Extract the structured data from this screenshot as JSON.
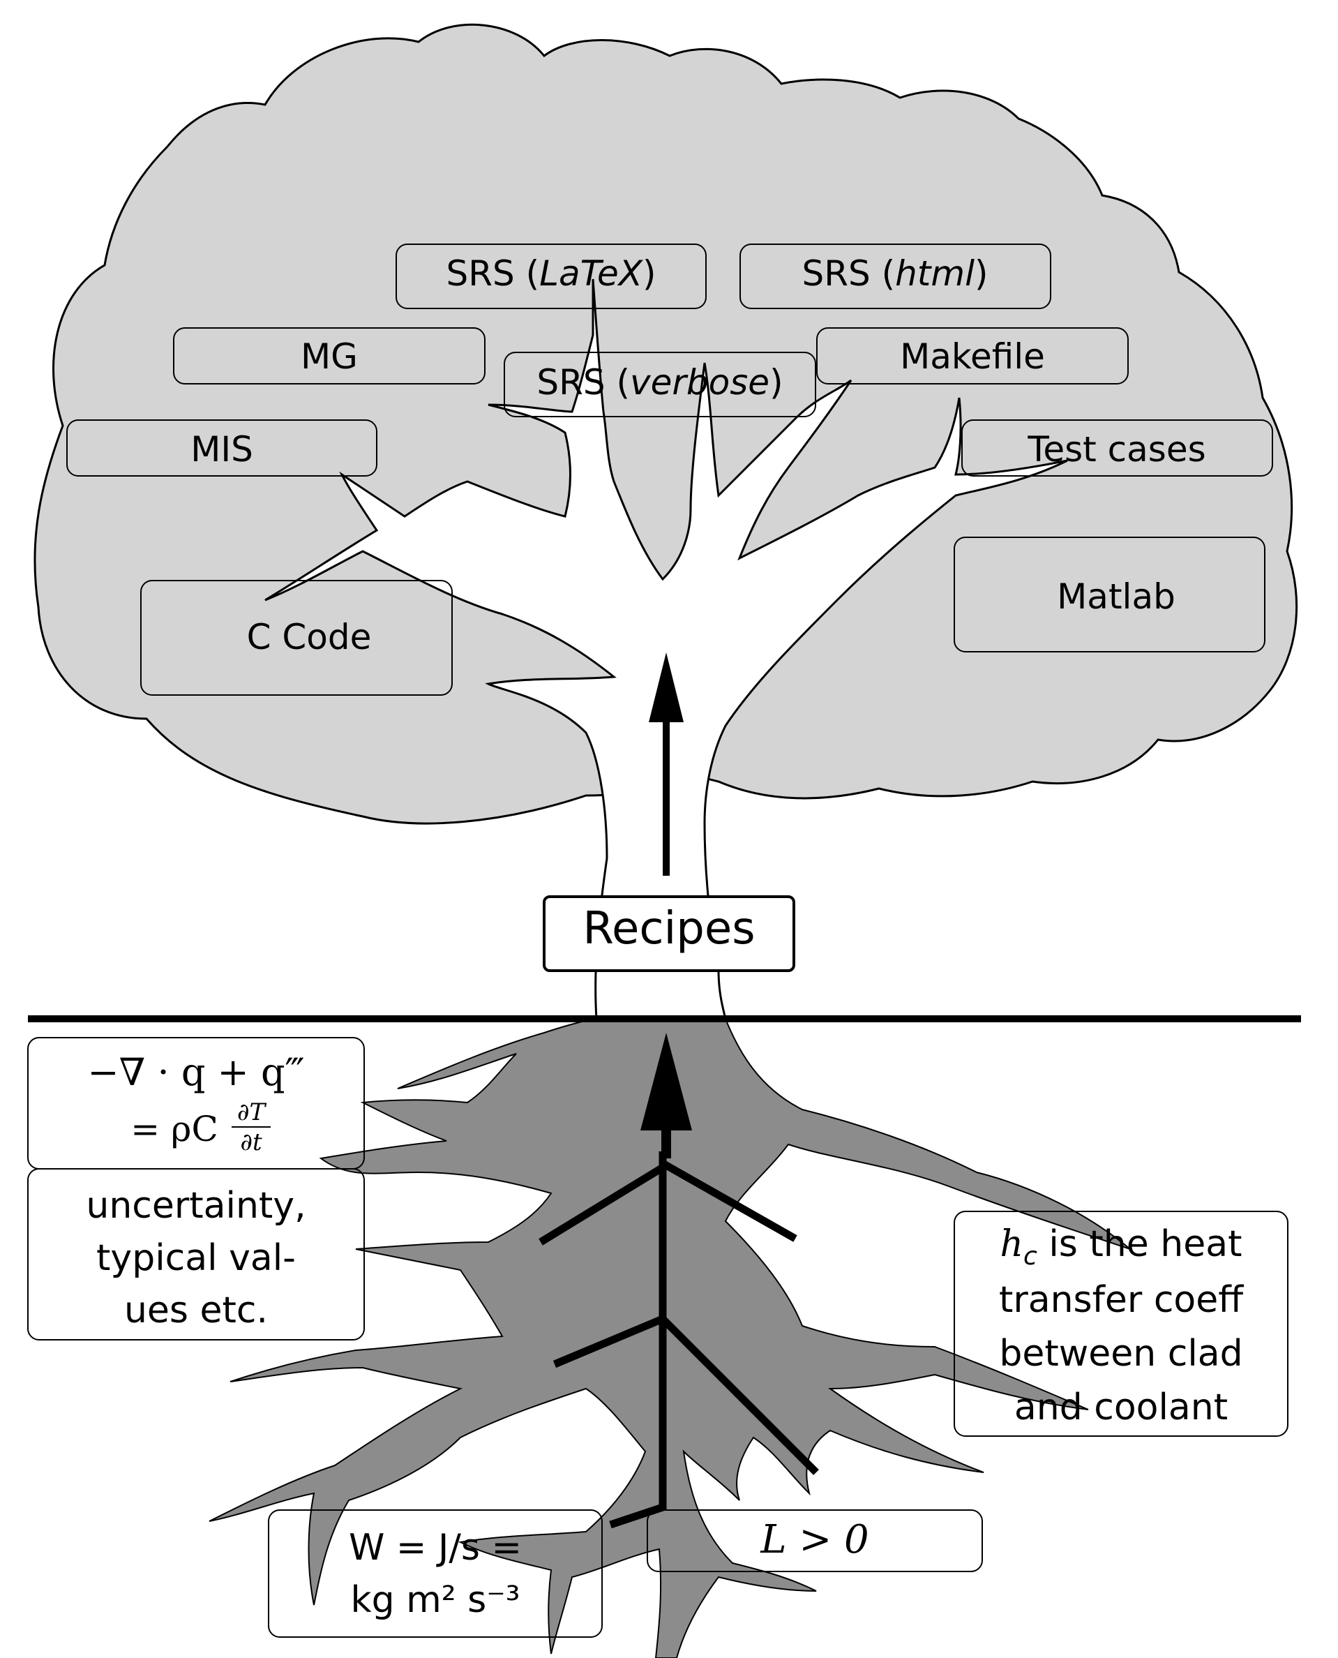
{
  "canopy_labels": {
    "srs_latex_prefix": "SRS (",
    "srs_latex_name": "LaTeX",
    "srs_latex_suffix": ")",
    "srs_html_prefix": "SRS (",
    "srs_html_name": "html",
    "srs_html_suffix": ")",
    "mg": "MG",
    "srs_verbose_prefix": "SRS (",
    "srs_verbose_name": "verbose",
    "srs_verbose_suffix": ")",
    "makefile": "Makefile",
    "mis": "MIS",
    "test_cases": "Test cases",
    "c_code": "C Code",
    "matlab": "Matlab"
  },
  "trunk_label": "Recipes",
  "root_labels": {
    "equation_line1": "−∇ · q + q‴",
    "equation_line2_prefix": "= ρC",
    "equation_frac_num": "∂T",
    "equation_frac_den": "∂t",
    "uncertainty": [
      "uncertainty,",
      "typical val-",
      "ues etc."
    ],
    "hc_symbol": "h",
    "hc_sub": "c",
    "hc_lines": [
      " is the heat",
      "transfer coeff",
      "between clad",
      "and coolant"
    ],
    "units_line1": "W = J/s =",
    "units_line2": "kg m² s⁻³",
    "constraint": "L  >  0"
  },
  "colors": {
    "canopy": "#d4d4d4",
    "roots": "#8c8c8c",
    "trunk": "#ffffff",
    "ground": "#000000"
  }
}
